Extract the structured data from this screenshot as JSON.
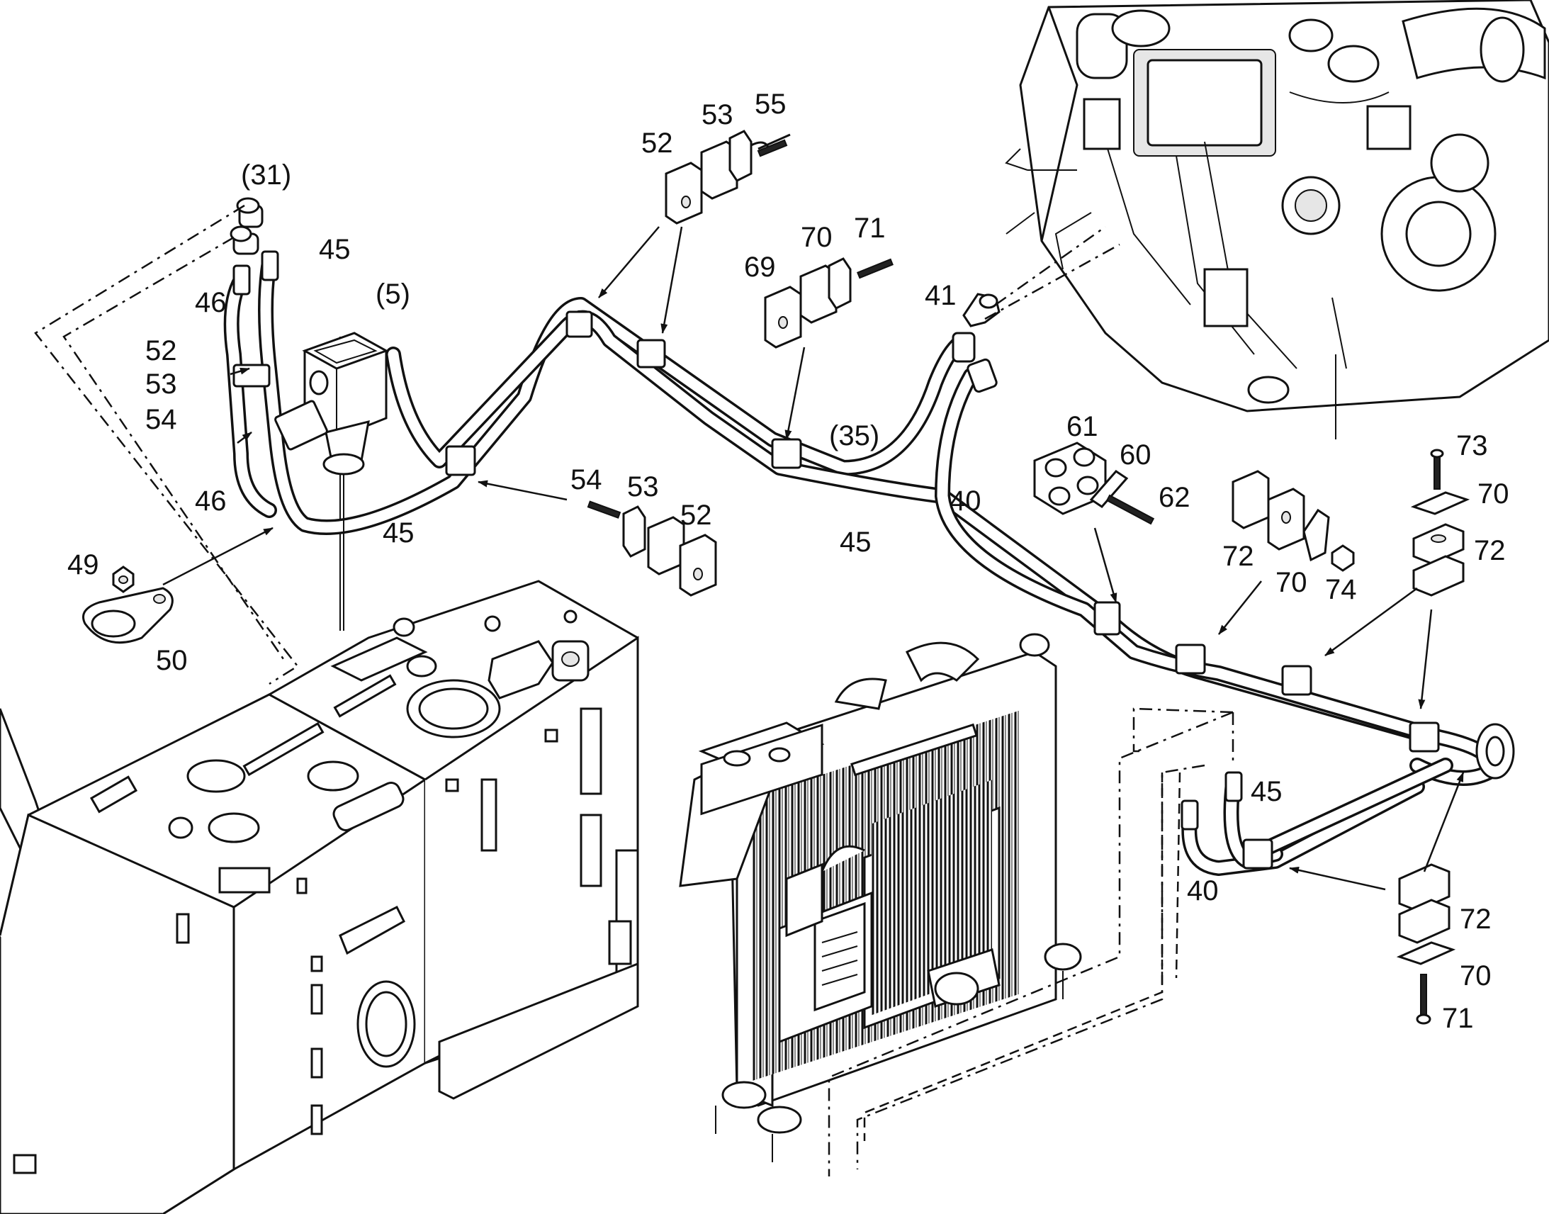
{
  "diagram": {
    "callouts": {
      "c31": "(31)",
      "c46a": "46",
      "c45a": "45",
      "c5": "(5)",
      "c52a": "52",
      "c53a": "53",
      "c54a": "54",
      "c46b": "46",
      "c45b": "45",
      "c49": "49",
      "c50": "50",
      "c52b": "52",
      "c53b": "53",
      "c55": "55",
      "c69": "69",
      "c70a": "70",
      "c71a": "71",
      "c41": "41",
      "c35": "(35)",
      "c54b": "54",
      "c53c": "53",
      "c52c": "52",
      "c40a": "40",
      "c45c": "45",
      "c61": "61",
      "c60": "60",
      "c62": "62",
      "c73": "73",
      "c70b": "70",
      "c72a": "72",
      "c72b": "72",
      "c70c": "70",
      "c74": "74",
      "c45d": "45",
      "c40b": "40",
      "c72c": "72",
      "c70d": "70",
      "c71b": "71"
    }
  }
}
